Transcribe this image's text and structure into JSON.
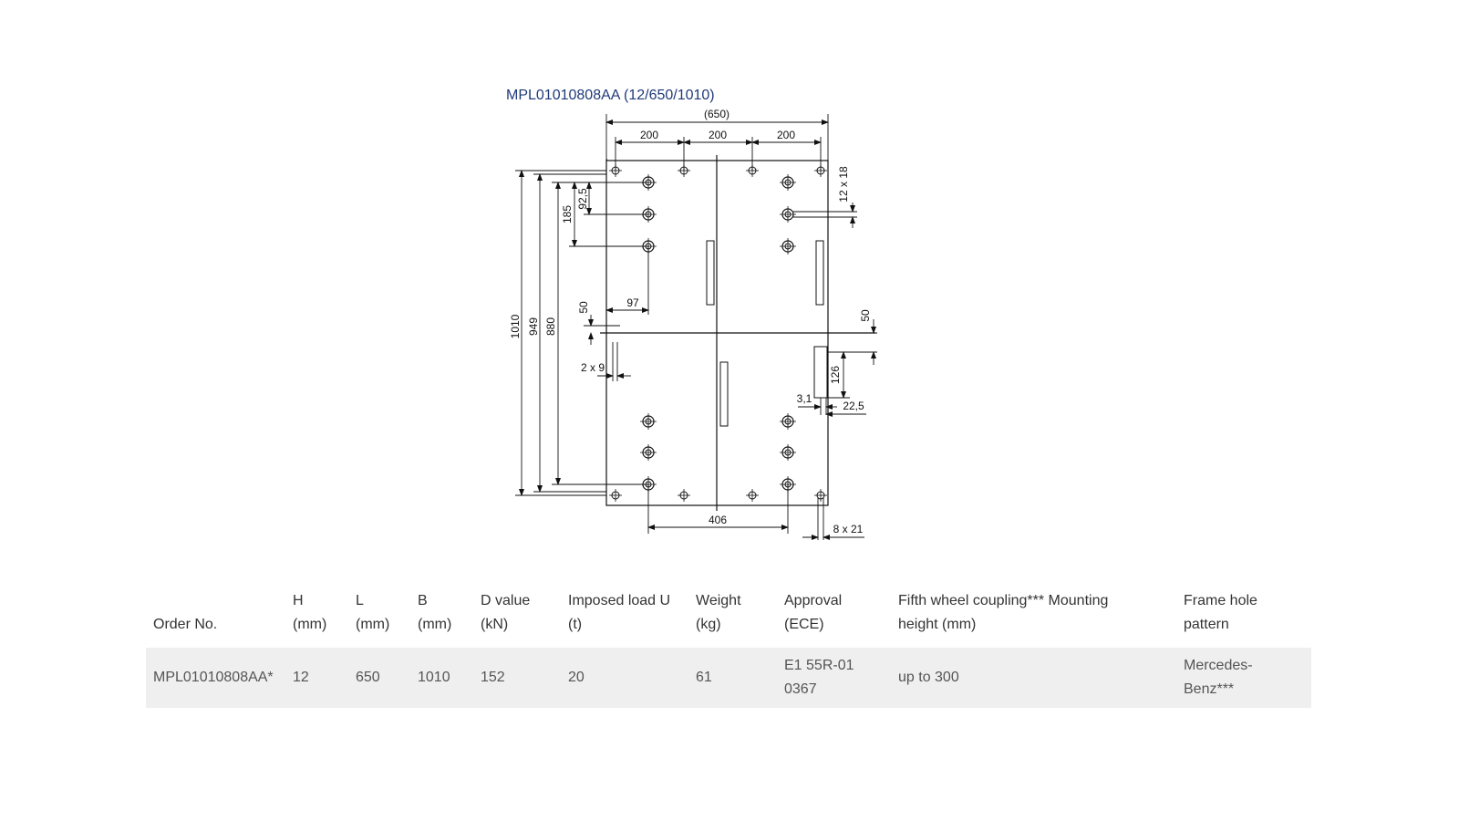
{
  "drawing": {
    "title": "MPL01010808AA (12/650/1010)",
    "dimensions": {
      "overall_width": "(650)",
      "top_spacing": [
        "200",
        "200",
        "200"
      ],
      "slot_top": "12 x 18",
      "spacing_92_5": "92,5",
      "spacing_185": "185",
      "height_1010": "1010",
      "height_949": "949",
      "height_880": "880",
      "offset_97": "97",
      "offset_50_left": "50",
      "offset_50_right": "50",
      "hole_2x9": "2 x 9",
      "height_126": "126",
      "offset_3_1": "3,1",
      "offset_22_5": "22,5",
      "bottom_406": "406",
      "slot_bottom": "8 x 21"
    }
  },
  "table": {
    "headers": [
      [
        "",
        "Order No."
      ],
      [
        "H",
        "(mm)"
      ],
      [
        "L",
        "(mm)"
      ],
      [
        "B",
        "(mm)"
      ],
      [
        "D value",
        "(kN)"
      ],
      [
        "Imposed load U",
        "(t)"
      ],
      [
        "Weight",
        "(kg)"
      ],
      [
        "Approval",
        "(ECE)"
      ],
      [
        "Fifth wheel coupling*** Mounting",
        "height (mm)"
      ],
      [
        "Frame hole",
        "pattern"
      ]
    ],
    "rows": [
      {
        "order_no": "MPL01010808AA*",
        "h": "12",
        "l": "650",
        "b": "1010",
        "d_value": "152",
        "imposed_load": "20",
        "weight": "61",
        "approval": [
          "E1 55R-01",
          "0367"
        ],
        "mounting_height": "up to 300",
        "frame_hole": [
          "Mercedes-",
          "Benz***"
        ]
      }
    ]
  }
}
